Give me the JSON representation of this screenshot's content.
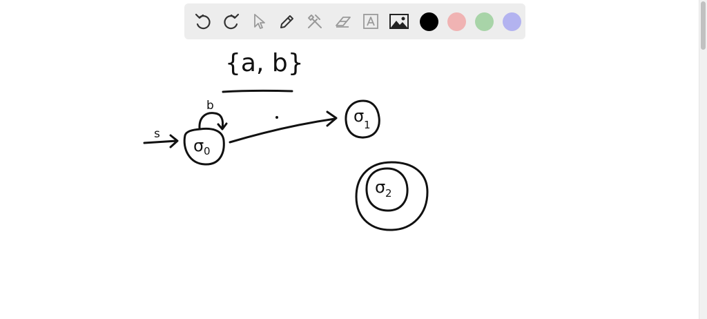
{
  "toolbar": {
    "tools": [
      {
        "name": "undo-icon"
      },
      {
        "name": "redo-icon"
      },
      {
        "name": "select-pointer-icon"
      },
      {
        "name": "pen-icon"
      },
      {
        "name": "tools-icon"
      },
      {
        "name": "eraser-icon"
      },
      {
        "name": "text-icon"
      },
      {
        "name": "image-icon"
      }
    ],
    "colors": [
      {
        "name": "color-black",
        "hex": "#000000"
      },
      {
        "name": "color-red",
        "hex": "#f0b3b3"
      },
      {
        "name": "color-green",
        "hex": "#a8d4a8"
      },
      {
        "name": "color-blue",
        "hex": "#b3b3f0"
      }
    ]
  },
  "whiteboard": {
    "set_label": "{a, b}",
    "start_label": "s",
    "loop_label": "b",
    "states": [
      {
        "id": "q0",
        "label": "σ",
        "sub": "0",
        "accepting": false
      },
      {
        "id": "q1",
        "label": "σ",
        "sub": "1",
        "accepting": false
      },
      {
        "id": "q2",
        "label": "σ",
        "sub": "2",
        "accepting": true
      }
    ]
  }
}
